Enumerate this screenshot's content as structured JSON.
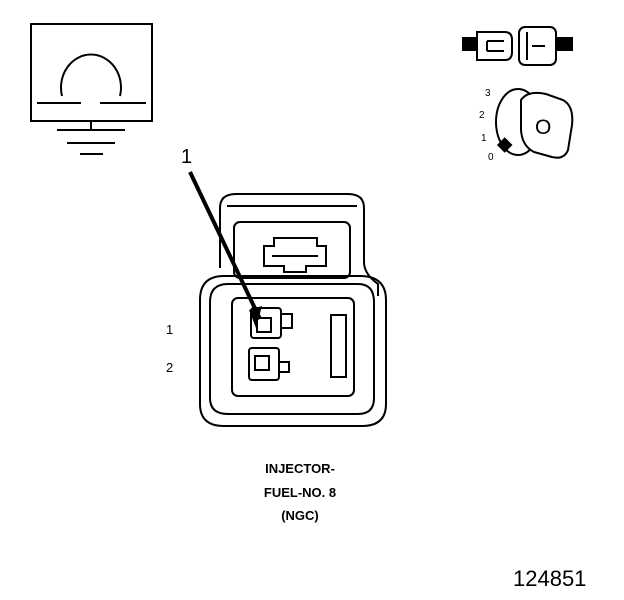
{
  "callout_number": "1",
  "pins": {
    "pin1": "1",
    "pin2": "2"
  },
  "key_positions": {
    "p3": "3",
    "p2": "2",
    "p1": "1",
    "p0": "0"
  },
  "key_symbol": "O",
  "caption": {
    "line1": "INJECTOR-",
    "line2": "FUEL-NO. 8",
    "line3": "(NGC)"
  },
  "figure_id": "124851",
  "icons": {
    "top_left": "resistance-ground-icon",
    "top_right_1": "connector-plug-icon",
    "top_right_2": "ignition-key-icon"
  }
}
